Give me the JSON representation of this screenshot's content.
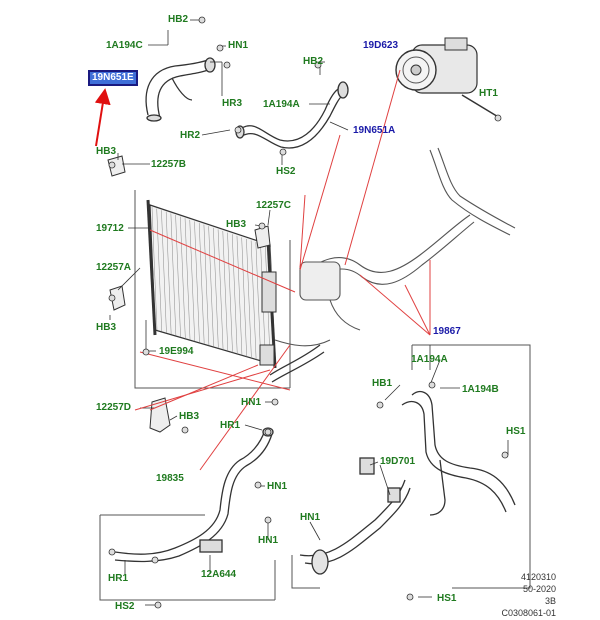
{
  "labels": {
    "hb2_top": "HB2",
    "c1a194c": "1A194C",
    "hn1_top": "HN1",
    "n19n651e": "19N651E",
    "hr3": "HR3",
    "hb2_mid": "HB2",
    "c1a194a_mid": "1A194A",
    "d19d623": "19D623",
    "ht1": "HT1",
    "hr2": "HR2",
    "n19n651a": "19N651A",
    "hs2_mid": "HS2",
    "hb3_left": "HB3",
    "c12257b": "12257B",
    "c12257c": "12257C",
    "hb3_c": "HB3",
    "c19712": "19712",
    "c12257a": "12257A",
    "hb3_lower": "HB3",
    "c19e994": "19E994",
    "c19867": "19867",
    "c1a194a_r": "1A194A",
    "hb1": "HB1",
    "c1a194b": "1A194B",
    "hn1_mid": "HN1",
    "c12257d": "12257D",
    "hb3_d": "HB3",
    "hr1_a": "HR1",
    "hs1_r": "HS1",
    "d19d701": "19D701",
    "c19835": "19835",
    "hn1_b": "HN1",
    "hn1_c": "HN1",
    "hn1_d": "HN1",
    "hr1_b": "HR1",
    "c12a644": "12A644",
    "hs2_bot": "HS2",
    "hs1_bot": "HS1"
  },
  "reference": {
    "line1": "4120310",
    "line2": "50-2020",
    "line3": "3B",
    "line4": "C0308061-01"
  },
  "colors": {
    "part_label": "#1f7a1f",
    "callout_label": "#1a1aa8",
    "highlight_box": "#3f6fd8",
    "arrow": "#e01010",
    "leader_red": "#e04040",
    "line_art": "#333333"
  },
  "icons": {
    "arrow": "red-arrow-icon",
    "bolt": "bolt-icon"
  }
}
